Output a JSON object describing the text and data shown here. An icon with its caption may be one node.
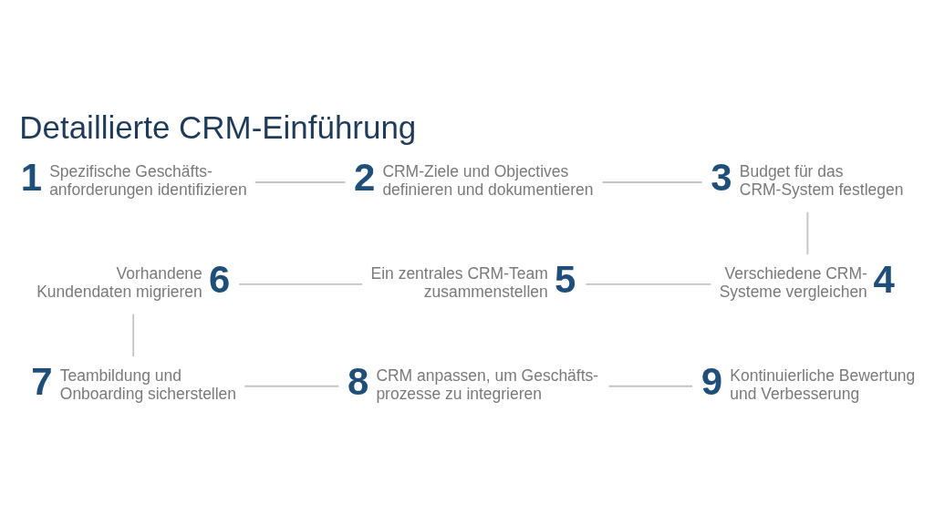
{
  "diagram": {
    "title": "Detaillierte CRM-Einführung",
    "nodes": [
      {
        "text": [
          "1",
          "Spezifische Geschäfts- anforderungen identifizieren"
        ]
      },
      {
        "text": [
          "2",
          "CRM-Ziele und Objectives definieren und dokumentieren"
        ]
      },
      {
        "text": [
          "3",
          "Budget für das CRM-System festlegen"
        ]
      },
      {
        "text": [
          "Verschiedene CRM- Systeme vergleichen",
          "4"
        ]
      },
      {
        "text": [
          "Ein zentrales CRM-Team zusammenstellen",
          "5"
        ]
      },
      {
        "text": [
          "Vorhandene Kundendaten migrieren",
          "6"
        ]
      },
      {
        "text": [
          "7",
          "Teambildung und Onboarding sicherstellen"
        ]
      },
      {
        "text": [
          "8",
          "CRM anpassen, um Geschäfts- prozesse zu integrieren"
        ]
      },
      {
        "text": [
          "9",
          "Kontinuierliche Bewertung und Verbesserung"
        ]
      }
    ],
    "edges": [
      {
        "from": 0,
        "to": 1,
        "arrow": "none"
      },
      {
        "from": 1,
        "to": 2,
        "arrow": "none"
      },
      {
        "from": 2,
        "to": 3,
        "arrow": "none"
      },
      {
        "from": 3,
        "to": 4,
        "arrow": "none"
      },
      {
        "from": 4,
        "to": 5,
        "arrow": "none"
      },
      {
        "from": 5,
        "to": 6,
        "arrow": "none"
      },
      {
        "from": 6,
        "to": 7,
        "arrow": "none"
      },
      {
        "from": 7,
        "to": 8,
        "arrow": "none"
      }
    ]
  }
}
